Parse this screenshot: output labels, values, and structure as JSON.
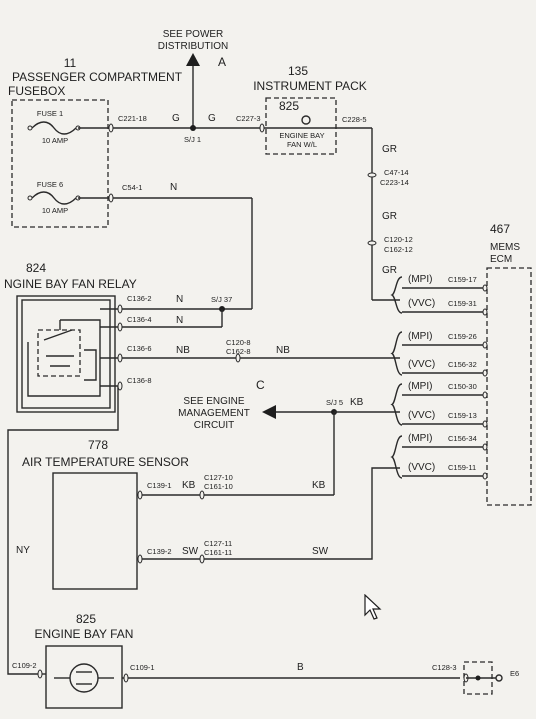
{
  "components": {
    "power": {
      "label": "SEE POWER\nDISTRIBUTION",
      "letter": "A"
    },
    "fusebox": {
      "number": "11",
      "title": "PASSENGER COMPARTMENT",
      "subtitle": "FUSEBOX",
      "fuse1": {
        "name": "FUSE 1",
        "rating": "10 AMP"
      },
      "fuse6": {
        "name": "FUSE 6",
        "rating": "10 AMP"
      }
    },
    "instrument_pack": {
      "number": "135",
      "title": "INSTRUMENT PACK",
      "inner_number": "825",
      "inner_label": "ENGINE BAY\nFAN W/L"
    },
    "ecm": {
      "number": "467",
      "title": "MEMS",
      "subtitle": "ECM"
    },
    "relay": {
      "number": "824",
      "title": "NGINE BAY FAN RELAY"
    },
    "engine_mgmt": {
      "label": "SEE ENGINE\nMANAGEMENT\nCIRCUIT",
      "letter": "C"
    },
    "air_sensor": {
      "number": "778",
      "title": "AIR TEMPERATURE SENSOR"
    },
    "fan": {
      "number": "825",
      "title": "ENGINE BAY FAN"
    },
    "earth": {
      "label": "E6"
    }
  },
  "connectors": {
    "c221": "C221-18",
    "c227": "C227-3",
    "c228": "C228-5",
    "c47": "C47-14",
    "c223": "C223-14",
    "c120a": "C120-12",
    "c162a": "C162-12",
    "c54": "C54-1",
    "c136_2": "C136-2",
    "c136_4": "C136-4",
    "c136_6": "C136-6",
    "c136_8": "C136-8",
    "c120b": "C120-8",
    "c162b": "C162-8",
    "c139_1": "C139-1",
    "c127_10": "C127-10",
    "c161_10": "C161-10",
    "c139_2": "C139-2",
    "c127_11": "C127-11",
    "c161_11": "C161-11",
    "c109_2": "C109-2",
    "c109_1": "C109-1",
    "c128": "C128-3",
    "c159_17": "C159-17",
    "c159_31": "C159-31",
    "c159_26": "C159-26",
    "c156_32": "C156-32",
    "c150_30": "C150-30",
    "c159_13": "C159-13",
    "c156_34": "C156-34",
    "c159_11": "C159-11"
  },
  "splices": {
    "sj1": "S/J 1",
    "sj37": "S/J 37",
    "sj5": "S/J 5"
  },
  "wires": {
    "g1": "G",
    "g2": "G",
    "gr1": "GR",
    "gr2": "GR",
    "gr3": "GR",
    "n1": "N",
    "n2": "N",
    "n3": "N",
    "nb1": "NB",
    "nb2": "NB",
    "kb1": "KB",
    "kb2": "KB",
    "kb3": "KB",
    "sw1": "SW",
    "sw2": "SW",
    "ny": "NY",
    "b": "B"
  },
  "variants": {
    "mpi": "(MPI)",
    "vvc": "(VVC)"
  }
}
